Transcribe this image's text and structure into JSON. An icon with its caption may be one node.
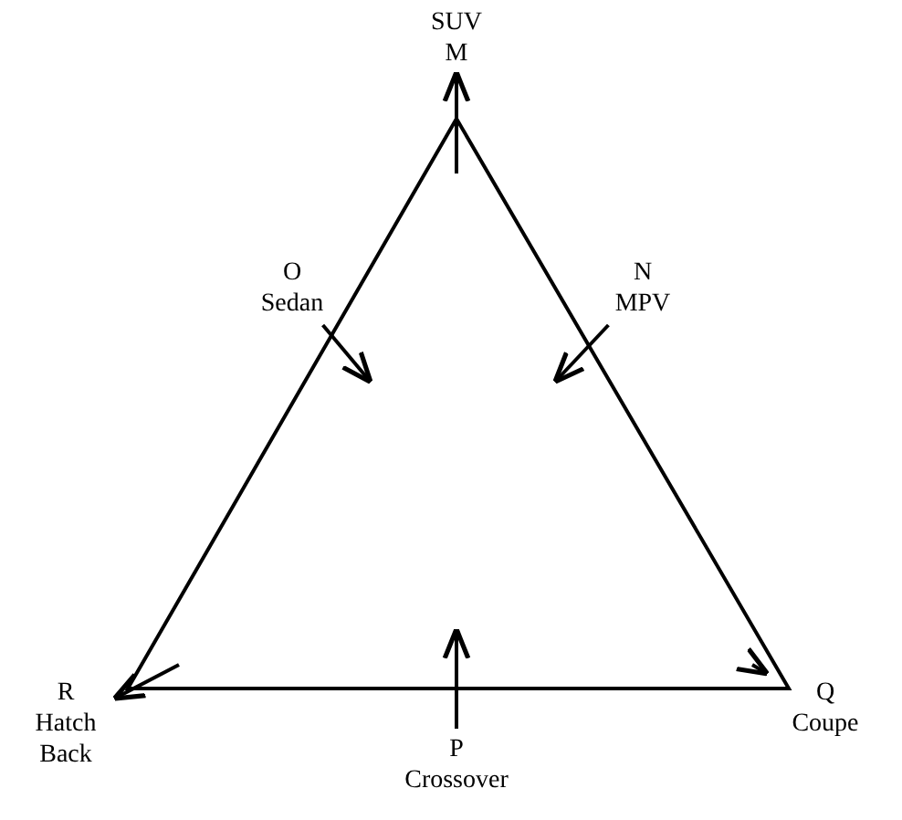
{
  "diagram": {
    "nodes": [
      {
        "text": [
          "SUV",
          "M"
        ]
      },
      {
        "text": [
          "O",
          "Sedan"
        ]
      },
      {
        "text": [
          "N",
          "MPV"
        ]
      },
      {
        "text": [
          "P",
          "Crossover"
        ]
      },
      {
        "text": [
          "R",
          "Hatch Back"
        ]
      },
      {
        "text": [
          "Q",
          "Coupe"
        ]
      },
      {
        "text": [],
        "shape": "triangle"
      }
    ],
    "edges": [
      {
        "from": 6,
        "to": 0,
        "arrow": "to"
      },
      {
        "from": 1,
        "to": 6,
        "arrow": "to"
      },
      {
        "from": 2,
        "to": 6,
        "arrow": "to"
      },
      {
        "from": 3,
        "to": 6,
        "arrow": "to"
      },
      {
        "from": 6,
        "to": 4,
        "arrow": "to"
      },
      {
        "from": 6,
        "to": 5,
        "arrow": "to"
      }
    ]
  }
}
